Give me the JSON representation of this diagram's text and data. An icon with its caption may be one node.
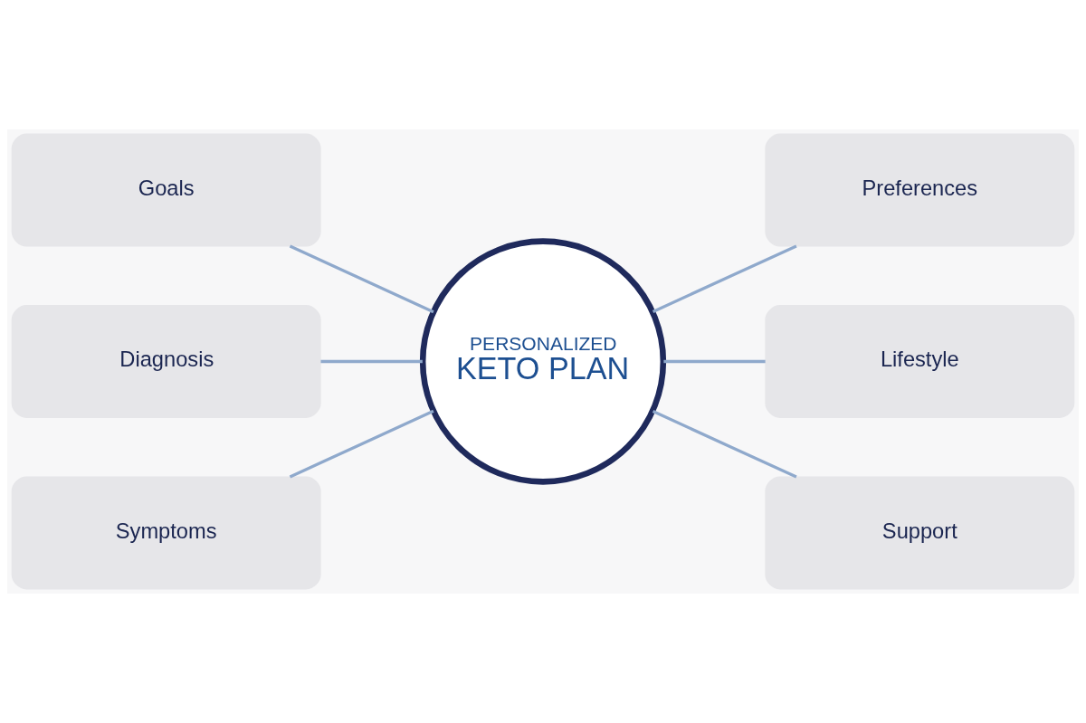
{
  "diagram": {
    "nodes": [
      {
        "text": [
          "Goals"
        ]
      },
      {
        "text": [
          "Preferences"
        ]
      },
      {
        "text": [
          "PERSONALIZED",
          "KETO PLAN"
        ]
      },
      {
        "text": [
          "Diagnosis"
        ]
      },
      {
        "text": [
          "Lifestyle"
        ]
      },
      {
        "text": [
          "Symptoms"
        ]
      },
      {
        "text": [
          "Support"
        ]
      }
    ],
    "edges": [
      {
        "from": 0,
        "to": 2,
        "arrow": "none"
      },
      {
        "from": 3,
        "to": 2,
        "arrow": "none"
      },
      {
        "from": 5,
        "to": 2,
        "arrow": "none"
      },
      {
        "from": 2,
        "to": 1,
        "arrow": "none"
      },
      {
        "from": 2,
        "to": 4,
        "arrow": "none"
      },
      {
        "from": 2,
        "to": 6,
        "arrow": "none"
      }
    ]
  }
}
